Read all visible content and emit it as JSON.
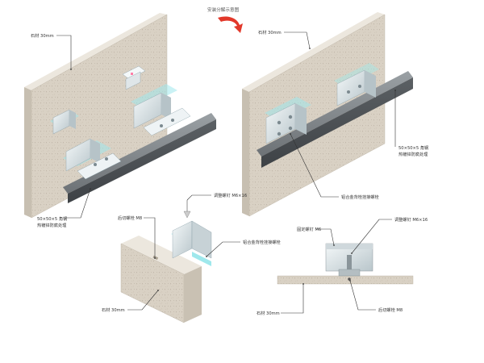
{
  "title": "安装分解示意图",
  "labels": {
    "stone_tl": "石材 30mm",
    "stone_tr": "石材 30mm",
    "angle_left": "50×50×5 角钢",
    "angle_left_2": "热镀锌防腐处理",
    "angle_right": "50×50×5 角钢",
    "angle_right_2": "热镀锌防腐处理",
    "alu_top": "铝合金背栓挂接螺栓",
    "adjust_mid": "调整螺钉 M6×16",
    "back_anchor_mid": "后切螺栓 M8",
    "alu_mid": "铝合金背栓挂接螺栓",
    "stone_bl": "石材 30mm",
    "fixing_screw": "固定螺钉 M6",
    "adjust_right": "调整螺钉 M6×16",
    "stone_br": "石材 30mm",
    "back_anchor_right": "后切螺栓 M8"
  },
  "colors": {
    "stone": "#d9d1c4",
    "stone_speckle": "#b9ae9f",
    "stone_side": "#c9c1b3",
    "steel_dark": "#4e5256",
    "steel_light": "#8a8f93",
    "clip_fill": "#dfe7ea",
    "clip_glow": "#9fe8ec",
    "arrow": "#e2382a"
  }
}
